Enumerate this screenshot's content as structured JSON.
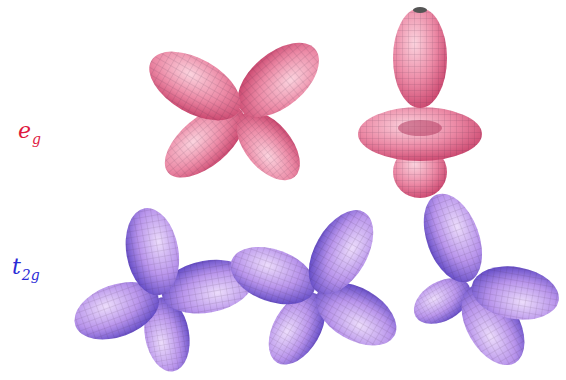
{
  "diagram": {
    "labels": [
      "e",
      "g",
      "t",
      "2g"
    ]
  }
}
